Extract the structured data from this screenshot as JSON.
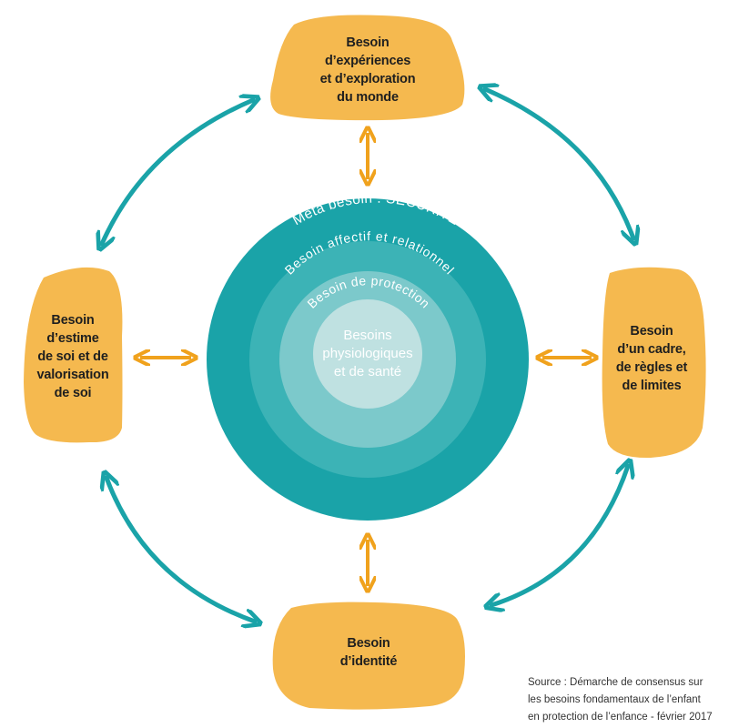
{
  "colors": {
    "blob": "#f5b94f",
    "ring_outer": "#1aa3a8",
    "ring_2": "#3cb3b6",
    "ring_3": "#7cc9cb",
    "ring_core": "#bfe1e1",
    "arrow_teal": "#1aa3a8",
    "arrow_orange": "#f0a21d"
  },
  "needs": {
    "top": "Besoin\nd’expériences\net d’exploration\ndu monde",
    "right": "Besoin\nd’un cadre,\nde règles et\nde limites",
    "bottom": "Besoin\nd’identité",
    "left": "Besoin\nd’estime\nde soi et de\nvalorisation\nde soi"
  },
  "rings": {
    "meta": "Méta besoin : SÉCURITÉ",
    "affectif": "Besoin affectif et relationnel",
    "protection": "Besoin de protection",
    "core": "Besoins\nphysiologiques\net de santé"
  },
  "source": "Source : Démarche de consensus sur\nles besoins fondamentaux de l’enfant\nen protection de l’enfance - février 2017"
}
